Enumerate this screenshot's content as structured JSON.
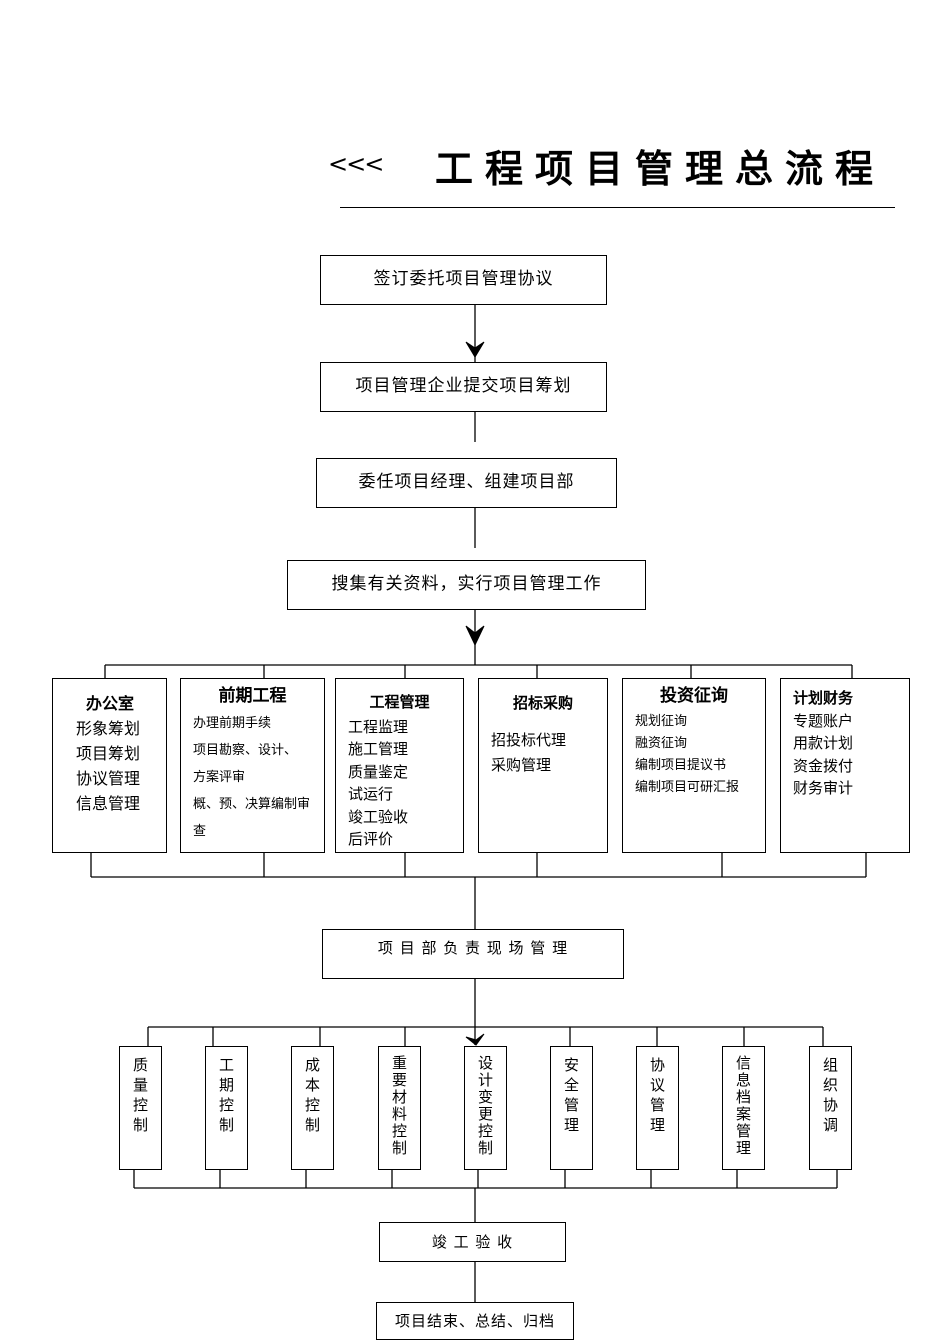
{
  "header": {
    "arrows": "<<<",
    "title": "工程项目管理总流程"
  },
  "steps": [
    "签订委托项目管理协议",
    "项目管理企业提交项目筹划",
    "委任项目经理、组建项目部",
    "搜集有关资料，实行项目管理工作"
  ],
  "departments": [
    {
      "title": "办公室",
      "items": [
        "形象筹划",
        "项目筹划",
        "协议管理",
        "信息管理"
      ]
    },
    {
      "title": "前期工程",
      "items": [
        "办理前期手续",
        "项目勘察、设计、",
        "方案评审",
        "概、预、决算编制审",
        "查"
      ]
    },
    {
      "title": "工程管理",
      "items": [
        "工程监理",
        "施工管理",
        "质量鉴定",
        "试运行",
        "竣工验收",
        "后评价"
      ]
    },
    {
      "title": "招标采购",
      "items": [
        "招投标代理",
        "采购管理"
      ]
    },
    {
      "title": "投资征询",
      "items": [
        "规划征询",
        "融资征询",
        "编制项目提议书",
        "编制项目可研汇报"
      ]
    },
    {
      "title": "计划财务",
      "items": [
        "专题账户",
        "用款计划",
        "资金拨付",
        "财务审计"
      ]
    }
  ],
  "site_management": "项 目 部 负 责 现 场 管 理",
  "controls": [
    "质量控制",
    "工期控制",
    "成本控制",
    "重要材料控制",
    "设计变更控制",
    "安全管理",
    "协议管理",
    "信息档案管理",
    "组织协调"
  ],
  "completion": "竣 工 验 收",
  "final_step": "项目结束、总结、归档"
}
